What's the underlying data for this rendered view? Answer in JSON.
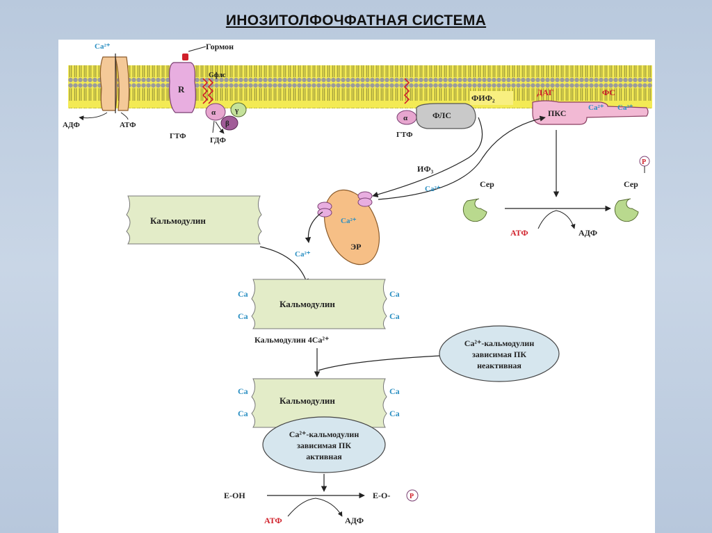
{
  "title": "ИНОЗИТОЛФОЧФАТНАЯ СИСТЕМА",
  "labels": {
    "ca2plus": "Ca²⁺",
    "ca": "Ca",
    "ca_plus": "²⁺",
    "hormone": "Гормон",
    "receptor": "R",
    "g_protein": "Gфлс",
    "alpha": "α",
    "beta": "β",
    "gamma": "γ",
    "adp": "АДФ",
    "atp": "АТФ",
    "gtp": "ГТФ",
    "gdp": "ГДФ",
    "pip2": "ФИФ₂",
    "plc": "ФЛС",
    "dag": "ДАГ",
    "ps": "ФС",
    "pkc": "ПКС",
    "ip3": "ИФ₃",
    "er": "ЭР",
    "ser": "Сер",
    "phosphate": "P",
    "calmodulin": "Кальмодулин",
    "calmodulin_4ca": "Кальмодулин 4Ca²⁺",
    "pk_inactive_1": "Ca²⁺-кальмодулин",
    "pk_inactive_2": "зависимая ПК",
    "pk_inactive_3": "неактивная",
    "pk_active_1": "Ca²⁺-кальмодулин",
    "pk_active_2": "зависимая ПК",
    "pk_active_3": "активная",
    "e_oh": "Е-ОН",
    "e_o": "Е-О-"
  },
  "colors": {
    "membrane": "#f2ea5a",
    "calmodulin": "#e3ecc8",
    "pk": "#d6e6ee",
    "channel": "#f4c998",
    "receptor": "#e8aee0",
    "g_alpha": "#e7a6cf",
    "g_beta": "#a15c98",
    "g_gamma": "#c5e29b",
    "plc": "#c9c9c9",
    "pkc": "#f2b9d4",
    "er": "#f6bf86",
    "ser": "#b9d98e",
    "ca_blue": "#2b8fc2",
    "red": "#d0202a"
  }
}
